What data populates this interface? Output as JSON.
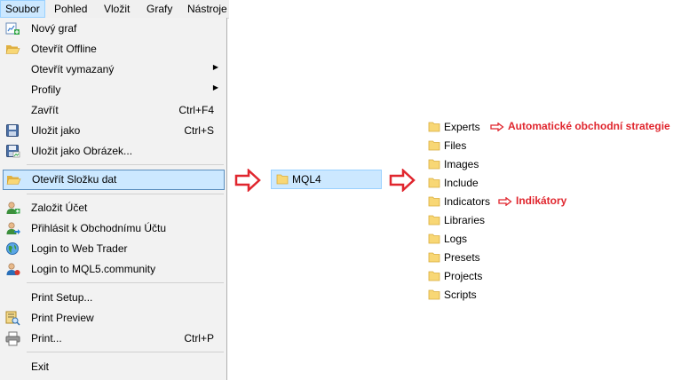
{
  "menubar": {
    "items": [
      {
        "label": "Soubor"
      },
      {
        "label": "Pohled"
      },
      {
        "label": "Vložit"
      },
      {
        "label": "Grafy"
      },
      {
        "label": "Nástroje"
      }
    ]
  },
  "menu": {
    "items": [
      {
        "label": "Nový graf",
        "icon": "new-chart-icon"
      },
      {
        "label": "Otevřít Offline",
        "icon": "open-folder-icon"
      },
      {
        "label": "Otevřít vymazaný",
        "submenu": true
      },
      {
        "label": "Profily",
        "submenu": true
      },
      {
        "label": "Zavřít",
        "shortcut": "Ctrl+F4"
      },
      {
        "label": "Uložit jako",
        "shortcut": "Ctrl+S",
        "icon": "save-icon"
      },
      {
        "label": "Uložit jako Obrázek...",
        "icon": "save-image-icon"
      },
      {
        "label": "Otevřít Složku dat",
        "icon": "open-folder-icon",
        "highlighted": true
      },
      {
        "label": "Založit Účet",
        "icon": "add-user-icon"
      },
      {
        "label": "Přihlásit k Obchodnímu Účtu",
        "icon": "login-user-icon"
      },
      {
        "label": "Login to Web Trader",
        "icon": "web-globe-icon"
      },
      {
        "label": "Login to MQL5.community",
        "icon": "mql5-user-icon"
      },
      {
        "label": "Print Setup..."
      },
      {
        "label": "Print Preview",
        "icon": "print-preview-icon"
      },
      {
        "label": "Print...",
        "shortcut": "Ctrl+P",
        "icon": "printer-icon"
      },
      {
        "label": "Exit"
      }
    ]
  },
  "mql4": {
    "label": "MQL4"
  },
  "folders": [
    {
      "label": "Experts",
      "annotation": "Automatické obchodní strategie"
    },
    {
      "label": "Files"
    },
    {
      "label": "Images"
    },
    {
      "label": "Include"
    },
    {
      "label": "Indicators",
      "annotation": "Indikátory"
    },
    {
      "label": "Libraries"
    },
    {
      "label": "Logs"
    },
    {
      "label": "Presets"
    },
    {
      "label": "Projects"
    },
    {
      "label": "Scripts"
    }
  ],
  "colors": {
    "highlight": "#cce8ff",
    "arrow": "#e0262e",
    "folder": "#f8d775"
  }
}
